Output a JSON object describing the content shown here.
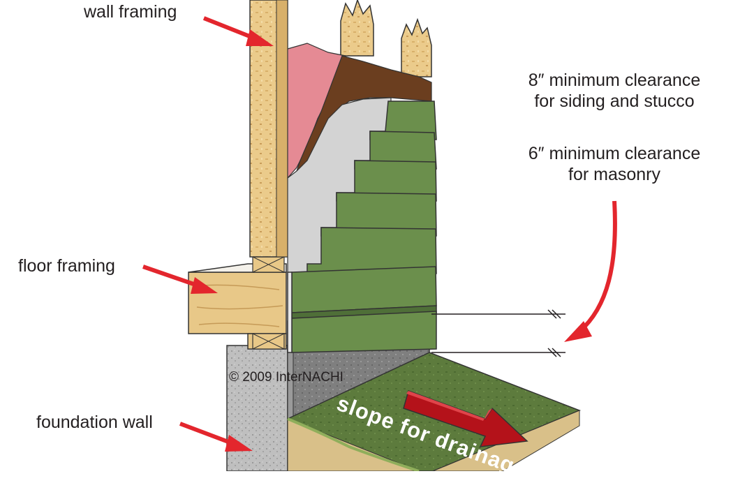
{
  "labels": {
    "wall_framing": "wall framing",
    "floor_framing": "floor framing",
    "foundation_wall": "foundation wall",
    "clearance_siding_line1": "8″ minimum clearance",
    "clearance_siding_line2": "for siding and stucco",
    "clearance_masonry_line1": "6″ minimum clearance",
    "clearance_masonry_line2": "for masonry",
    "slope": "slope for drainage"
  },
  "copyright": {
    "symbol": "©",
    "text": "2009  InterNACHI"
  },
  "colors": {
    "arrow_red": "#e3262d",
    "siding_green": "#6b8f4c",
    "grass_green": "#5f7d3e",
    "wood": "#e9c989",
    "insulation_pink": "#e48a93",
    "sheathing_brown": "#6b3e1f",
    "concrete": "#bdbdbd",
    "drainage_arrow": "#b4121a"
  }
}
